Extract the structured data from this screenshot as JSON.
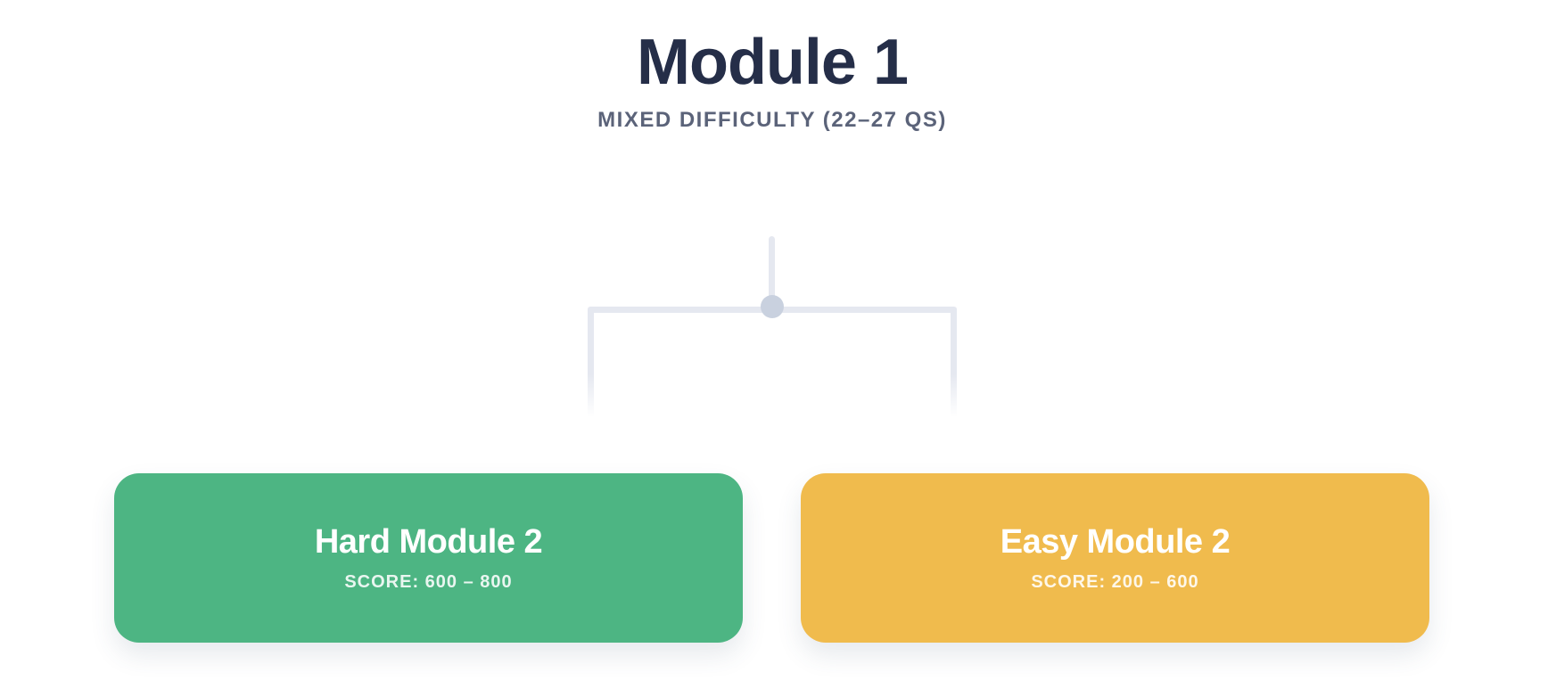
{
  "page": {
    "background": "#ffffff"
  },
  "header": {
    "title": "Module 1",
    "title_color": "#252e48",
    "subtitle": "MIXED DIFFICULTY (22–27 QS)",
    "subtitle_color": "#5b6379"
  },
  "connector": {
    "line_color": "#e5e8f0",
    "line_fade": "linear-gradient(to bottom, #e5e8f0 60%, rgba(229,232,240,0) 100%)",
    "dot_color": "#c9d1df"
  },
  "cards": [
    {
      "title": "Hard Module 2",
      "score_label": "SCORE: 600 – 800",
      "color": "#4db583",
      "difficulty": "hard"
    },
    {
      "title": "Easy Module 2",
      "score_label": "SCORE: 200 – 600",
      "color": "#f0bb4d",
      "difficulty": "easy"
    }
  ]
}
